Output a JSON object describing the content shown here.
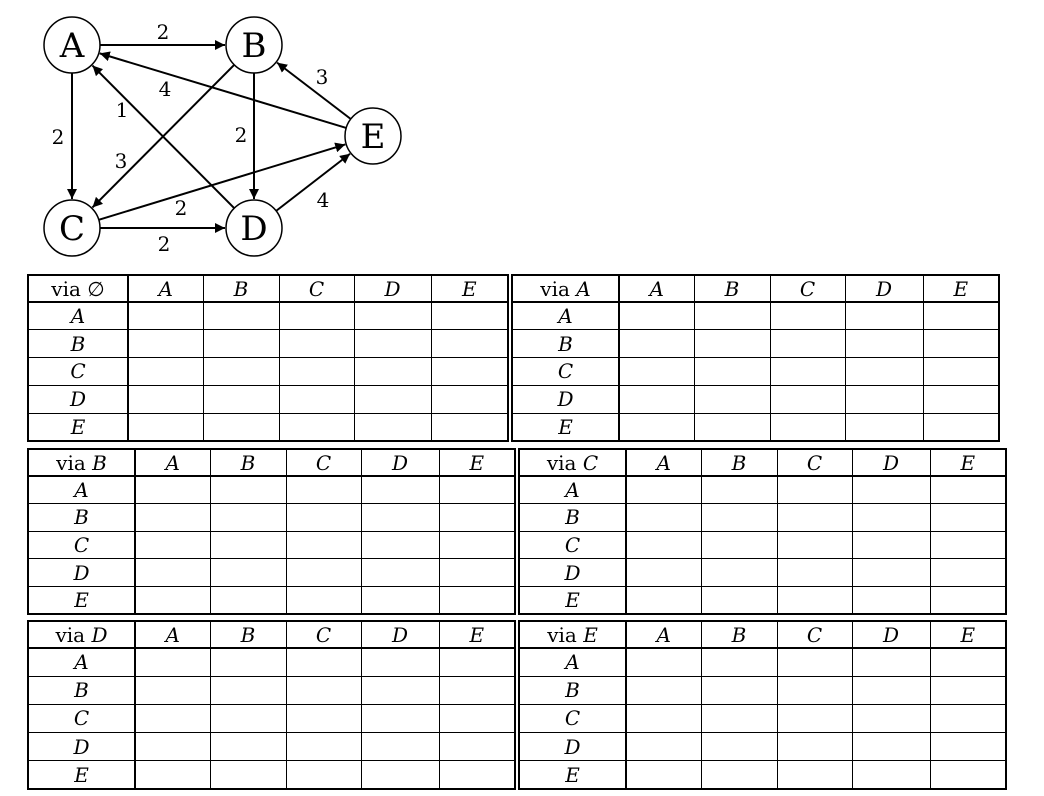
{
  "graph": {
    "nodes": [
      "A",
      "B",
      "C",
      "D",
      "E"
    ],
    "edges": [
      {
        "from": "A",
        "to": "B",
        "weight": "2"
      },
      {
        "from": "A",
        "to": "C",
        "weight": "2"
      },
      {
        "from": "B",
        "to": "C",
        "weight": "3"
      },
      {
        "from": "B",
        "to": "D",
        "weight": "2"
      },
      {
        "from": "C",
        "to": "D",
        "weight": "2"
      },
      {
        "from": "C",
        "to": "E",
        "weight": "2"
      },
      {
        "from": "D",
        "to": "A",
        "weight": "1"
      },
      {
        "from": "D",
        "to": "E",
        "weight": "4"
      },
      {
        "from": "E",
        "to": "A",
        "weight": "4"
      },
      {
        "from": "E",
        "to": "B",
        "weight": "3"
      }
    ]
  },
  "tables": [
    {
      "via_prefix": "via",
      "via_node": "∅",
      "via_italic": false
    },
    {
      "via_prefix": "via",
      "via_node": "A",
      "via_italic": true
    },
    {
      "via_prefix": "via",
      "via_node": "B",
      "via_italic": true
    },
    {
      "via_prefix": "via",
      "via_node": "C",
      "via_italic": true
    },
    {
      "via_prefix": "via",
      "via_node": "D",
      "via_italic": true
    },
    {
      "via_prefix": "via",
      "via_node": "E",
      "via_italic": true
    }
  ],
  "columns": [
    "A",
    "B",
    "C",
    "D",
    "E"
  ],
  "rows": [
    "A",
    "B",
    "C",
    "D",
    "E"
  ]
}
